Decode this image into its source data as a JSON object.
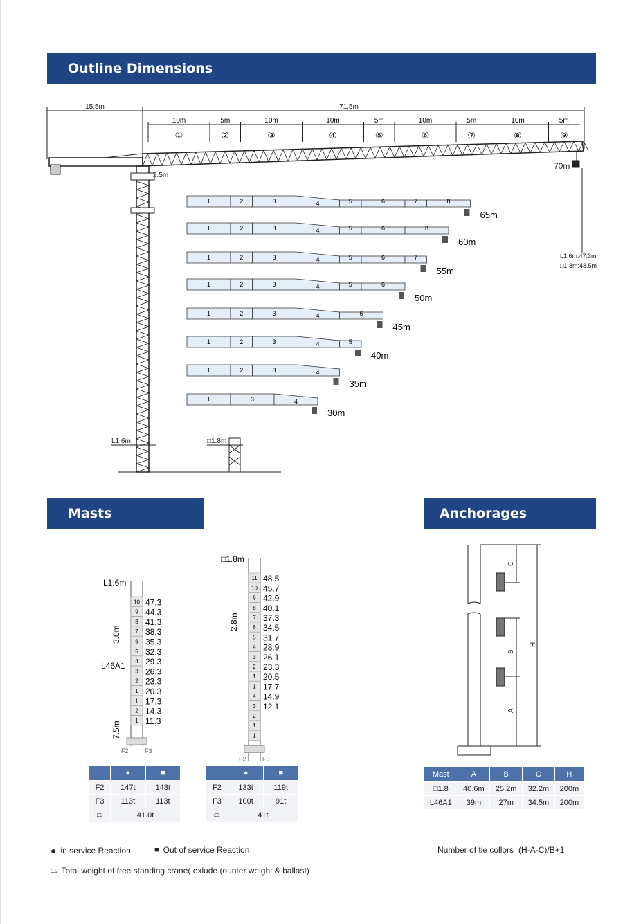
{
  "sections": {
    "outline": "Outline Dimensions",
    "masts": "Masts",
    "anchorages": "Anchorages"
  },
  "outline": {
    "counter_jib": "15.5m",
    "jib_total": "71.5m",
    "jib_sections": [
      {
        "len": "10m",
        "no": "①"
      },
      {
        "len": "5m",
        "no": "②"
      },
      {
        "len": "10m",
        "no": "③"
      },
      {
        "len": "10m",
        "no": "④"
      },
      {
        "len": "5m",
        "no": "⑤"
      },
      {
        "len": "10m",
        "no": "⑥"
      },
      {
        "len": "5m",
        "no": "⑦"
      },
      {
        "len": "10m",
        "no": "⑧"
      },
      {
        "len": "5m",
        "no": "⑨"
      }
    ],
    "max_radius": "70m",
    "slew_offset": "2.5m",
    "heights": [
      "L1.6m:47.3m",
      "□1.8m:48.5m"
    ],
    "mast_l": "L1.6m",
    "mast_sq": "□1.8m",
    "configs": [
      {
        "radius": "65m",
        "segments": [
          [
            "1",
            10
          ],
          [
            "2",
            5
          ],
          [
            "3",
            10
          ],
          [
            "4",
            10
          ],
          [
            "5",
            5
          ],
          [
            "6",
            10
          ],
          [
            "7",
            5
          ],
          [
            "8",
            10
          ]
        ]
      },
      {
        "radius": "60m",
        "segments": [
          [
            "1",
            10
          ],
          [
            "2",
            5
          ],
          [
            "3",
            10
          ],
          [
            "4",
            10
          ],
          [
            "5",
            5
          ],
          [
            "6",
            10
          ],
          [
            "8",
            10
          ]
        ]
      },
      {
        "radius": "55m",
        "segments": [
          [
            "1",
            10
          ],
          [
            "2",
            5
          ],
          [
            "3",
            10
          ],
          [
            "4",
            10
          ],
          [
            "5",
            5
          ],
          [
            "6",
            10
          ],
          [
            "7",
            5
          ]
        ]
      },
      {
        "radius": "50m",
        "segments": [
          [
            "1",
            10
          ],
          [
            "2",
            5
          ],
          [
            "3",
            10
          ],
          [
            "4",
            10
          ],
          [
            "5",
            5
          ],
          [
            "6",
            10
          ]
        ]
      },
      {
        "radius": "45m",
        "segments": [
          [
            "1",
            10
          ],
          [
            "2",
            5
          ],
          [
            "3",
            10
          ],
          [
            "4",
            10
          ],
          [
            "6",
            10
          ]
        ]
      },
      {
        "radius": "40m",
        "segments": [
          [
            "1",
            10
          ],
          [
            "2",
            5
          ],
          [
            "3",
            10
          ],
          [
            "4",
            10
          ],
          [
            "5",
            5
          ]
        ]
      },
      {
        "radius": "35m",
        "segments": [
          [
            "1",
            10
          ],
          [
            "2",
            5
          ],
          [
            "3",
            10
          ],
          [
            "4",
            10
          ]
        ]
      },
      {
        "radius": "30m",
        "segments": [
          [
            "1",
            10
          ],
          [
            "3",
            10
          ],
          [
            "4",
            10
          ]
        ]
      }
    ]
  },
  "masts": {
    "left": {
      "width_label": "L1.6m",
      "section_label": "3.0m",
      "type_label": "L46A1",
      "base_label": "7.5m",
      "cells": [
        "10",
        "9",
        "8",
        "7",
        "6",
        "5",
        "4",
        "3",
        "2",
        "1",
        "1",
        "2",
        "1"
      ],
      "heights": [
        "47.3",
        "44.3",
        "41.3",
        "38.3",
        "35.3",
        "32.3",
        "29.3",
        "26.3",
        "23.3",
        "20.3",
        "17.3",
        "14.3",
        "11.3"
      ]
    },
    "right": {
      "width_label": "□1.8m",
      "section_label": "2.8m",
      "cells": [
        "11",
        "10",
        "9",
        "8",
        "7",
        "6",
        "5",
        "4",
        "3",
        "2",
        "1",
        "1",
        "4",
        "3",
        "2",
        "1",
        "1"
      ],
      "heights": [
        "48.5",
        "45.7",
        "42.9",
        "40.1",
        "37.3",
        "34.5",
        "31.7",
        "28.9",
        "26.1",
        "23.3",
        "20.5",
        "17.7",
        "14.9",
        "12.1"
      ]
    },
    "f2": "F2",
    "f3": "F3",
    "tables": [
      {
        "rows": [
          [
            "F2",
            "147t",
            "143t"
          ],
          [
            "F3",
            "113t",
            "113t"
          ]
        ],
        "weight": "41.0t"
      },
      {
        "rows": [
          [
            "F2",
            "133t",
            "119t"
          ],
          [
            "F3",
            "100t",
            "91t"
          ]
        ],
        "weight": "41t"
      }
    ]
  },
  "anchorages": {
    "labels": {
      "c": "C",
      "b": "B",
      "a": "A",
      "h": "H"
    },
    "headers": [
      "Mast",
      "A",
      "B",
      "C",
      "H"
    ],
    "rows": [
      [
        "□1.8",
        "40.6m",
        "25.2m",
        "32.2m",
        "200m"
      ],
      [
        "L46A1",
        "39m",
        "27m",
        "34.5m",
        "200m"
      ]
    ]
  },
  "legend": {
    "in_service": "in service Reaction",
    "out_service": "Out of service Reaction",
    "total_weight": "Total weight of free standing crane( exlude (ounter weight & ballast)",
    "tie_formula": "Number of tie collors=(H-A-C)/B+1"
  },
  "colors": {
    "brand": "#1f4584",
    "table_header": "#4d72aa",
    "jib_fill": "#e3eef8"
  }
}
